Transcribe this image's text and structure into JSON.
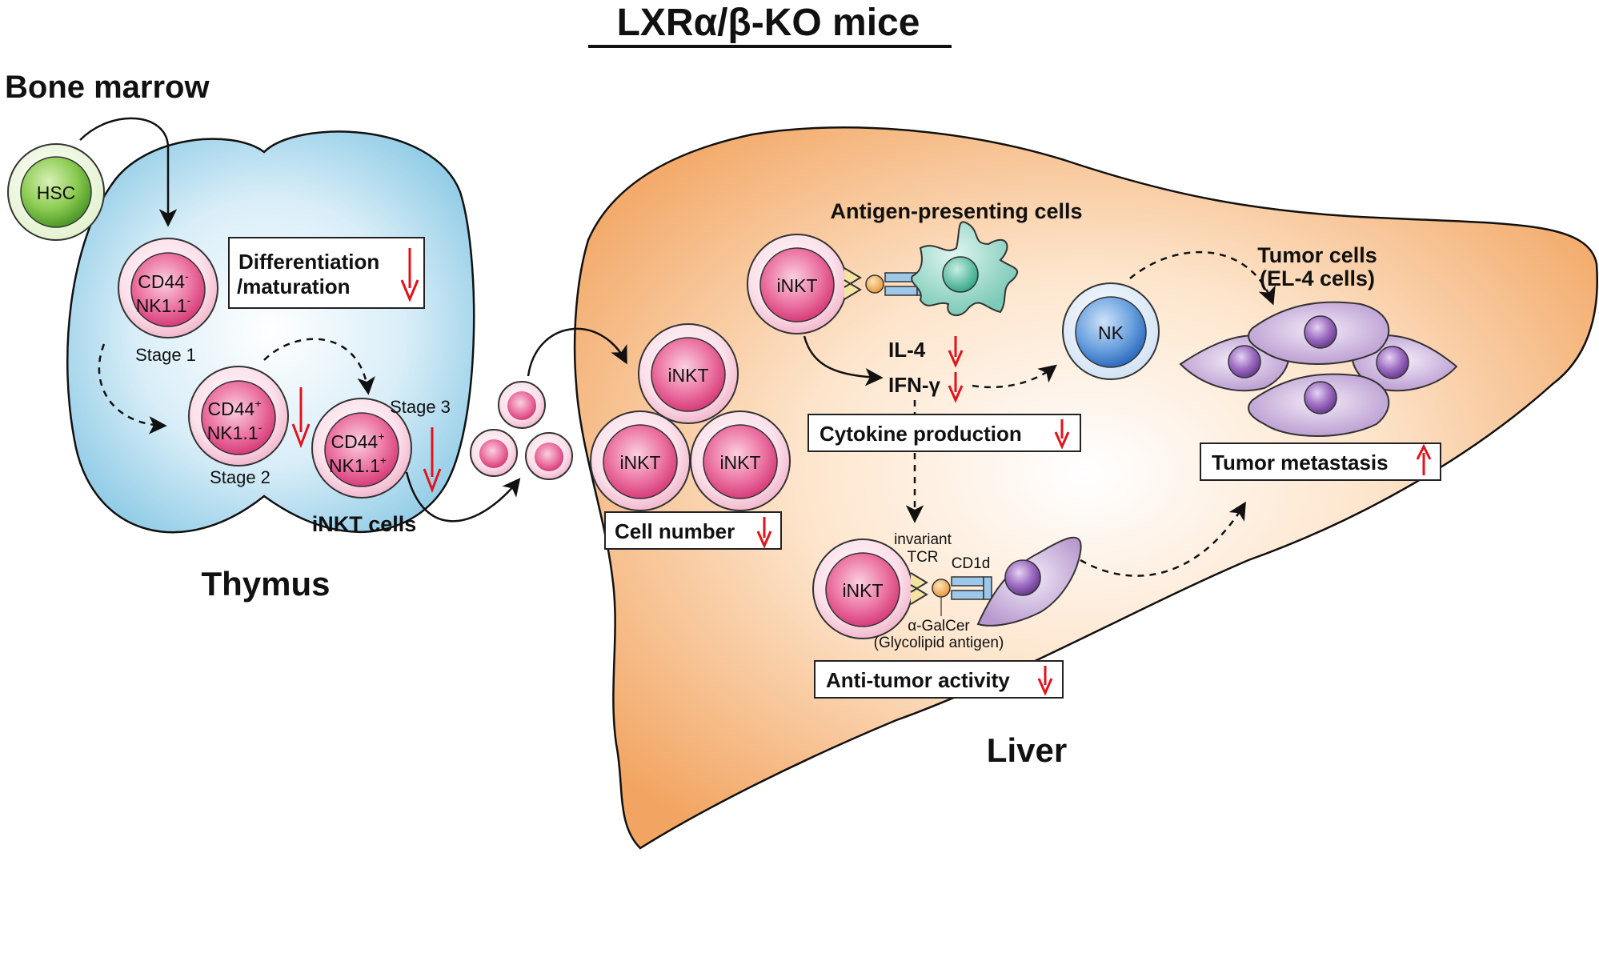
{
  "title": "LXRα/β-KO mice",
  "bone_marrow": "Bone marrow",
  "hsc": "HSC",
  "thymus": {
    "label": "Thymus",
    "stage1": {
      "line1": "CD44",
      "sup1": "-",
      "line2": "NK1.1",
      "sup2": "-",
      "label": "Stage 1"
    },
    "stage2": {
      "line1": "CD44",
      "sup1": "+",
      "line2": "NK1.1",
      "sup2": "-",
      "label": "Stage 2"
    },
    "stage3": {
      "line1": "CD44",
      "sup1": "+",
      "line2": "NK1.1",
      "sup2": "+",
      "label": "Stage 3"
    },
    "inkt_cells": "iNKT cells",
    "diff_line1": "Differentiation",
    "diff_line2": "/maturation"
  },
  "liver": {
    "label": "Liver",
    "inkt": "iNKT",
    "cell_number": "Cell number",
    "apc_title": "Antigen-presenting cells",
    "il4": "IL-4",
    "ifng": "IFN-γ",
    "cytokine": "Cytokine production",
    "nk": "NK",
    "tumor_title1": "Tumor cells",
    "tumor_title2": "(EL-4 cells)",
    "metastasis": "Tumor metastasis",
    "invariant1": "invariant",
    "invariant2": "TCR",
    "cd1d": "CD1d",
    "galcer1": "α-GalCer",
    "galcer2": "(Glycolipid antigen)",
    "anti_tumor": "Anti-tumor activity"
  },
  "colors": {
    "thymus": "#aed9ee",
    "liver": "#f4b57a",
    "inkt_pink": "#e0508a",
    "arrow_red": "#e3121b",
    "hsc_green": "#6db33f",
    "nk_blue": "#3f7fcf",
    "tumor_purple": "#b088c8"
  }
}
